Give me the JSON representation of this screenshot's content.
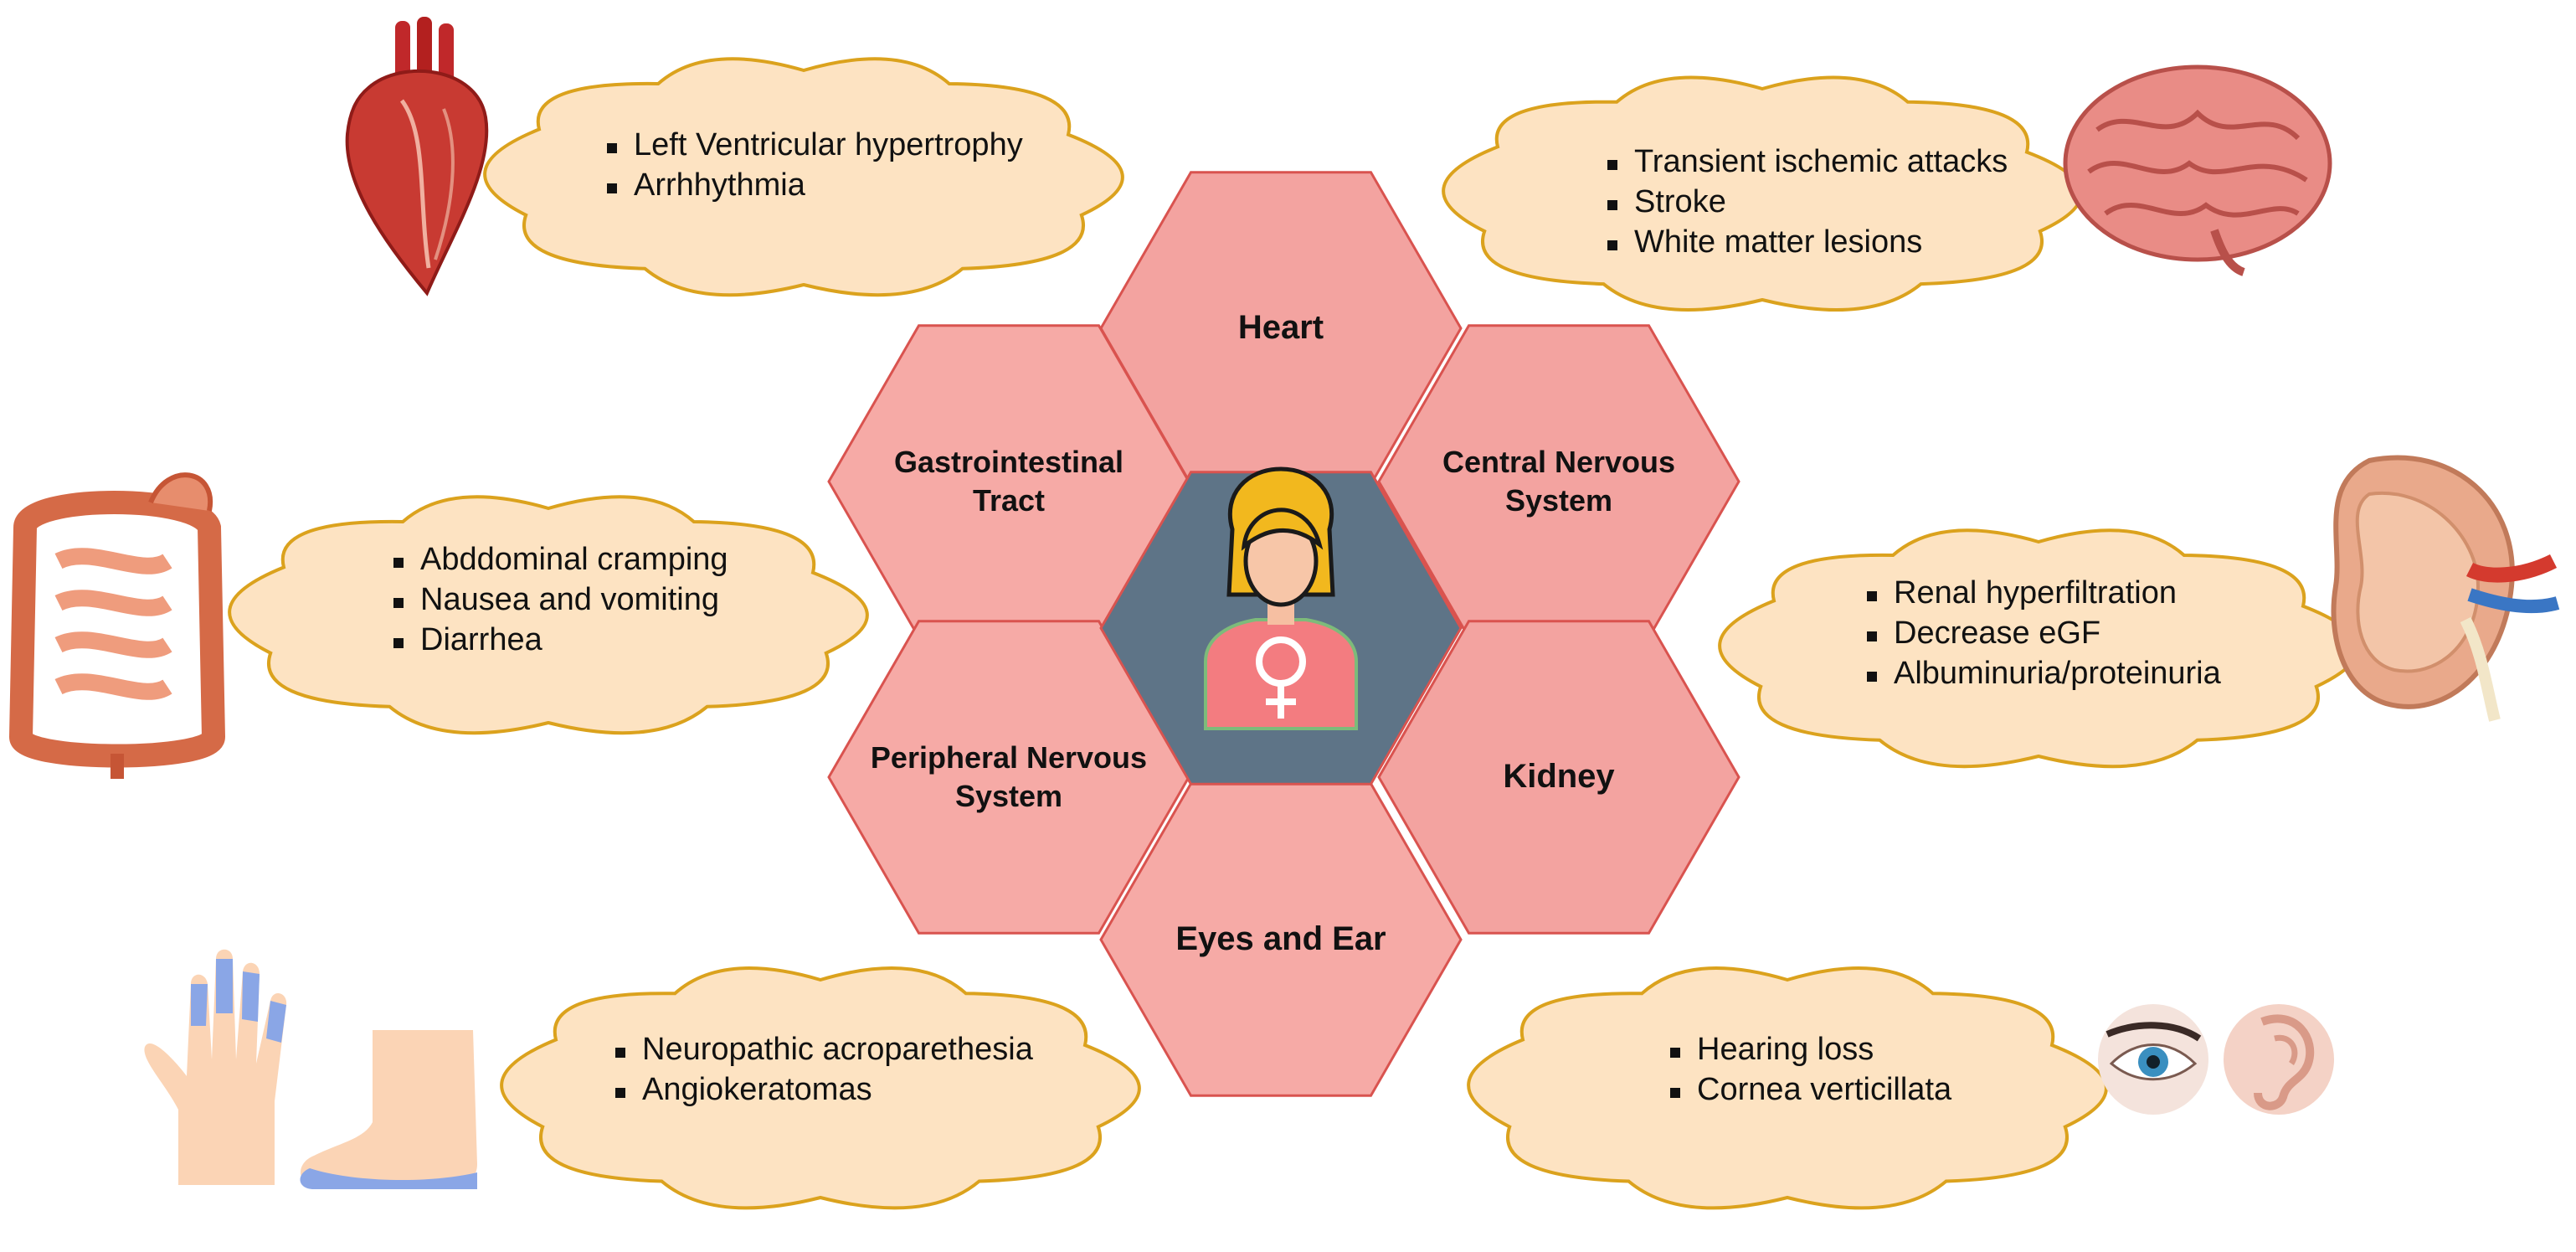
{
  "colors": {
    "hex_fill": "#f3a3a0",
    "hex_fill_light": "#f6aaa6",
    "hex_stroke": "#d9534f",
    "center_fill": "#5e7487",
    "cloud_fill": "#fde3c2",
    "cloud_stroke": "#dba21d",
    "text": "#111111"
  },
  "center": {
    "icon": "female-patient-icon"
  },
  "hexagons": [
    {
      "id": "heart",
      "lines": [
        "Heart"
      ]
    },
    {
      "id": "gi",
      "lines": [
        "Gastrointestinal",
        "Tract"
      ]
    },
    {
      "id": "cns",
      "lines": [
        "Central Nervous",
        "System"
      ]
    },
    {
      "id": "pns",
      "lines": [
        "Peripheral Nervous",
        "System"
      ]
    },
    {
      "id": "kidney",
      "lines": [
        "Kidney"
      ]
    },
    {
      "id": "eyes",
      "lines": [
        "Eyes and Ear"
      ]
    }
  ],
  "clouds": [
    {
      "id": "heart",
      "items": [
        "Left Ventricular hypertrophy",
        "Arrhhythmia"
      ]
    },
    {
      "id": "cns",
      "items": [
        "Transient ischemic attacks",
        "Stroke",
        "White matter lesions"
      ]
    },
    {
      "id": "gi",
      "items": [
        "Abddominal cramping",
        "Nausea and vomiting",
        "Diarrhea"
      ]
    },
    {
      "id": "kidney",
      "items": [
        "Renal hyperfiltration",
        "Decrease eGF",
        "Albuminuria/proteinuria"
      ]
    },
    {
      "id": "pns",
      "items": [
        "Neuropathic acroparethesia",
        "Angiokeratomas"
      ]
    },
    {
      "id": "eyes",
      "items": [
        "Hearing loss",
        "Cornea verticillata"
      ]
    }
  ],
  "pictures": [
    {
      "id": "heart",
      "icon": "heart-illustration-icon"
    },
    {
      "id": "brain",
      "icon": "brain-illustration-icon"
    },
    {
      "id": "intestine",
      "icon": "intestine-illustration-icon"
    },
    {
      "id": "kidney",
      "icon": "kidney-illustration-icon"
    },
    {
      "id": "hand",
      "icon": "hand-illustration-icon"
    },
    {
      "id": "foot",
      "icon": "foot-illustration-icon"
    },
    {
      "id": "eye",
      "icon": "eye-illustration-icon"
    },
    {
      "id": "ear",
      "icon": "ear-illustration-icon"
    }
  ]
}
